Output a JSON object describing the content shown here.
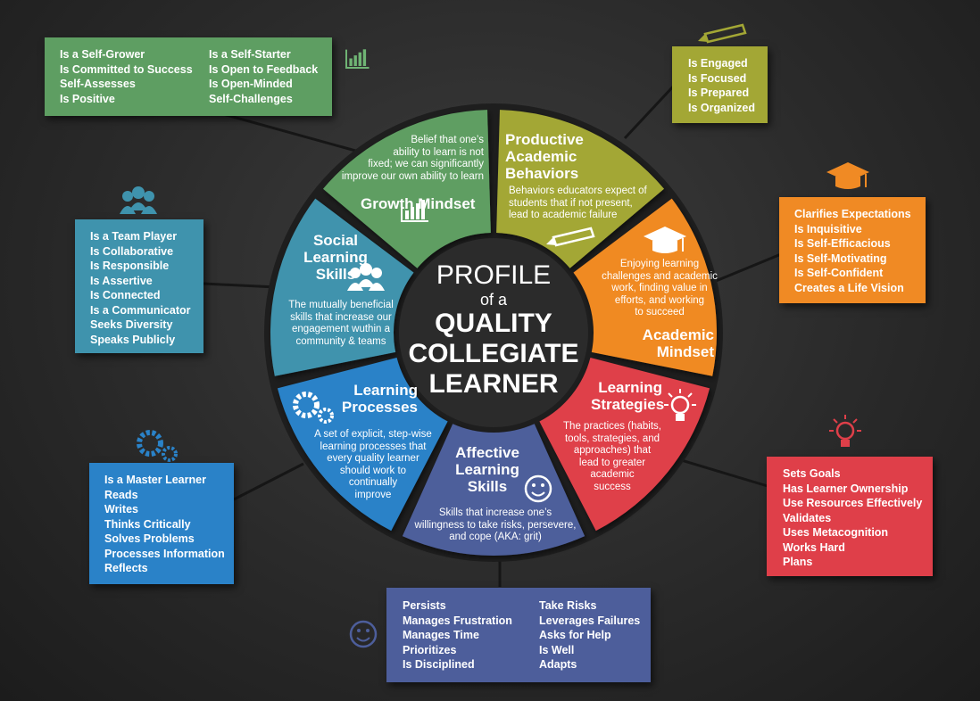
{
  "center": {
    "line1": "PROFILE",
    "line2": "of a",
    "line3": "QUALITY",
    "line4": "COLLEGIATE",
    "line5": "LEARNER"
  },
  "segments": {
    "growth": {
      "title": "Growth Mindset",
      "desc": [
        "Belief that one’s",
        "ability to learn is not",
        "fixed; we can significantly",
        "improve our own ability to learn"
      ],
      "color": "#5e9e62"
    },
    "productive": {
      "title": [
        "Productive",
        "Academic",
        "Behaviors"
      ],
      "desc": [
        "Behaviors educators expect of",
        "students that if not present,",
        "lead to academic failure"
      ],
      "color": "#a3a735"
    },
    "academic": {
      "title": [
        "Academic",
        "Mindset"
      ],
      "desc": [
        "Enjoying learning",
        "challenges and academic",
        "work, finding value in",
        "efforts, and working",
        "to succeed"
      ],
      "color": "#f08a24"
    },
    "strategies": {
      "title": [
        "Learning",
        "Strategies"
      ],
      "desc": [
        "The practices (habits,",
        "tools, strategies, and",
        "approaches) that",
        "lead to greater",
        "academic",
        "success"
      ],
      "color": "#df3f49"
    },
    "affective": {
      "title": [
        "Affective",
        "Learning",
        "Skills"
      ],
      "desc": [
        "Skills that increase one’s",
        "willingness to take risks, persevere,",
        "and cope (AKA: grit)"
      ],
      "color": "#4d5e9b"
    },
    "processes": {
      "title": [
        "Learning",
        "Processes"
      ],
      "desc": [
        "A set of explicit, step-wise",
        "learning processes that",
        "every quality learner",
        "should work to",
        "continually",
        "improve"
      ],
      "color": "#2a82c8"
    },
    "social": {
      "title": [
        "Social",
        "Learning",
        "Skills"
      ],
      "desc": [
        "The mutually beneficial",
        "skills that increase our",
        "engagement wuthin a",
        "community & teams"
      ],
      "color": "#3f93ad"
    }
  },
  "boxes": {
    "growth": {
      "col1": [
        "Is a Self-Grower",
        "Is Committed to Success",
        "Self-Assesses",
        "Is Positive"
      ],
      "col2": [
        "Is a Self-Starter",
        "Is Open to Feedback",
        "Is Open-Minded",
        "Self-Challenges"
      ],
      "color": "#5e9e62"
    },
    "productive": {
      "col1": [
        "Is Engaged",
        "Is Focused",
        "Is Prepared",
        "Is Organized"
      ],
      "color": "#a3a735"
    },
    "academic": {
      "col1": [
        "Clarifies Expectations",
        "Is Inquisitive",
        "Is Self-Efficacious",
        "Is Self-Motivating",
        "Is Self-Confident",
        "Creates a Life Vision"
      ],
      "color": "#f08a24"
    },
    "strategies": {
      "col1": [
        "Sets Goals",
        "Has Learner Ownership",
        "Use Resources Effectively",
        "Validates",
        "Uses Metacognition",
        "Works Hard",
        "Plans"
      ],
      "color": "#df3f49"
    },
    "affective": {
      "col1": [
        "Persists",
        "Manages Frustration",
        "Manages Time",
        "Prioritizes",
        "Is Disciplined"
      ],
      "col2": [
        "Take Risks",
        "Leverages Failures",
        "Asks for Help",
        "Is Well",
        "Adapts"
      ],
      "color": "#4d5e9b"
    },
    "processes": {
      "col1": [
        "Is a Master Learner",
        "Reads",
        "Writes",
        "Thinks Critically",
        "Solves Problems",
        "Processes Information",
        "Reflects"
      ],
      "color": "#2a82c8"
    },
    "social": {
      "col1": [
        "Is a Team Player",
        "Is Collaborative",
        "Is Responsible",
        "Is Assertive",
        "Is Connected",
        "Is a Communicator",
        "Seeks Diversity",
        "Speaks Publicly"
      ],
      "color": "#3f93ad"
    }
  },
  "icons": {
    "growth": "bar-chart-icon",
    "productive": "pencil-icon",
    "academic": "graduation-cap-icon",
    "strategies": "lightbulb-icon",
    "affective": "smiley-icon",
    "processes": "gears-icon",
    "social": "people-icon"
  }
}
